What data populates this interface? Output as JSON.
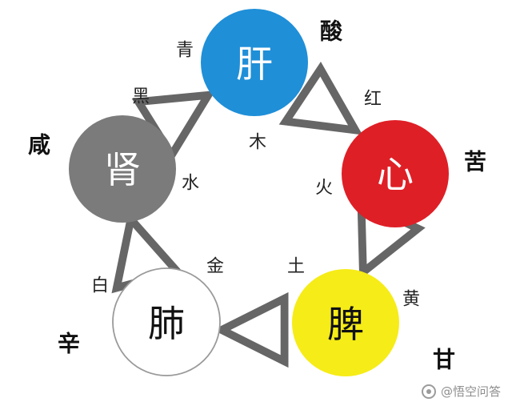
{
  "organs": {
    "liver": {
      "label": "肝",
      "element": "木",
      "color_name": "青",
      "taste": "酸",
      "fill": "#1f8fd8",
      "text_color": "#ffffff"
    },
    "heart": {
      "label": "心",
      "element": "火",
      "color_name": "红",
      "taste": "苦",
      "fill": "#df1f26",
      "text_color": "#ffffff"
    },
    "spleen": {
      "label": "脾",
      "element": "土",
      "color_name": "黄",
      "taste": "甘",
      "fill": "#f6ec18",
      "text_color": "#111111"
    },
    "lung": {
      "label": "肺",
      "element": "金",
      "color_name": "白",
      "taste": "辛",
      "fill": "#ffffff",
      "text_color": "#111111"
    },
    "kidney": {
      "label": "肾",
      "element": "水",
      "color_name": "黑",
      "taste": "咸",
      "fill": "#7b7b7b",
      "text_color": "#ffffff"
    }
  },
  "watermark": {
    "text": "@悟空问答"
  }
}
